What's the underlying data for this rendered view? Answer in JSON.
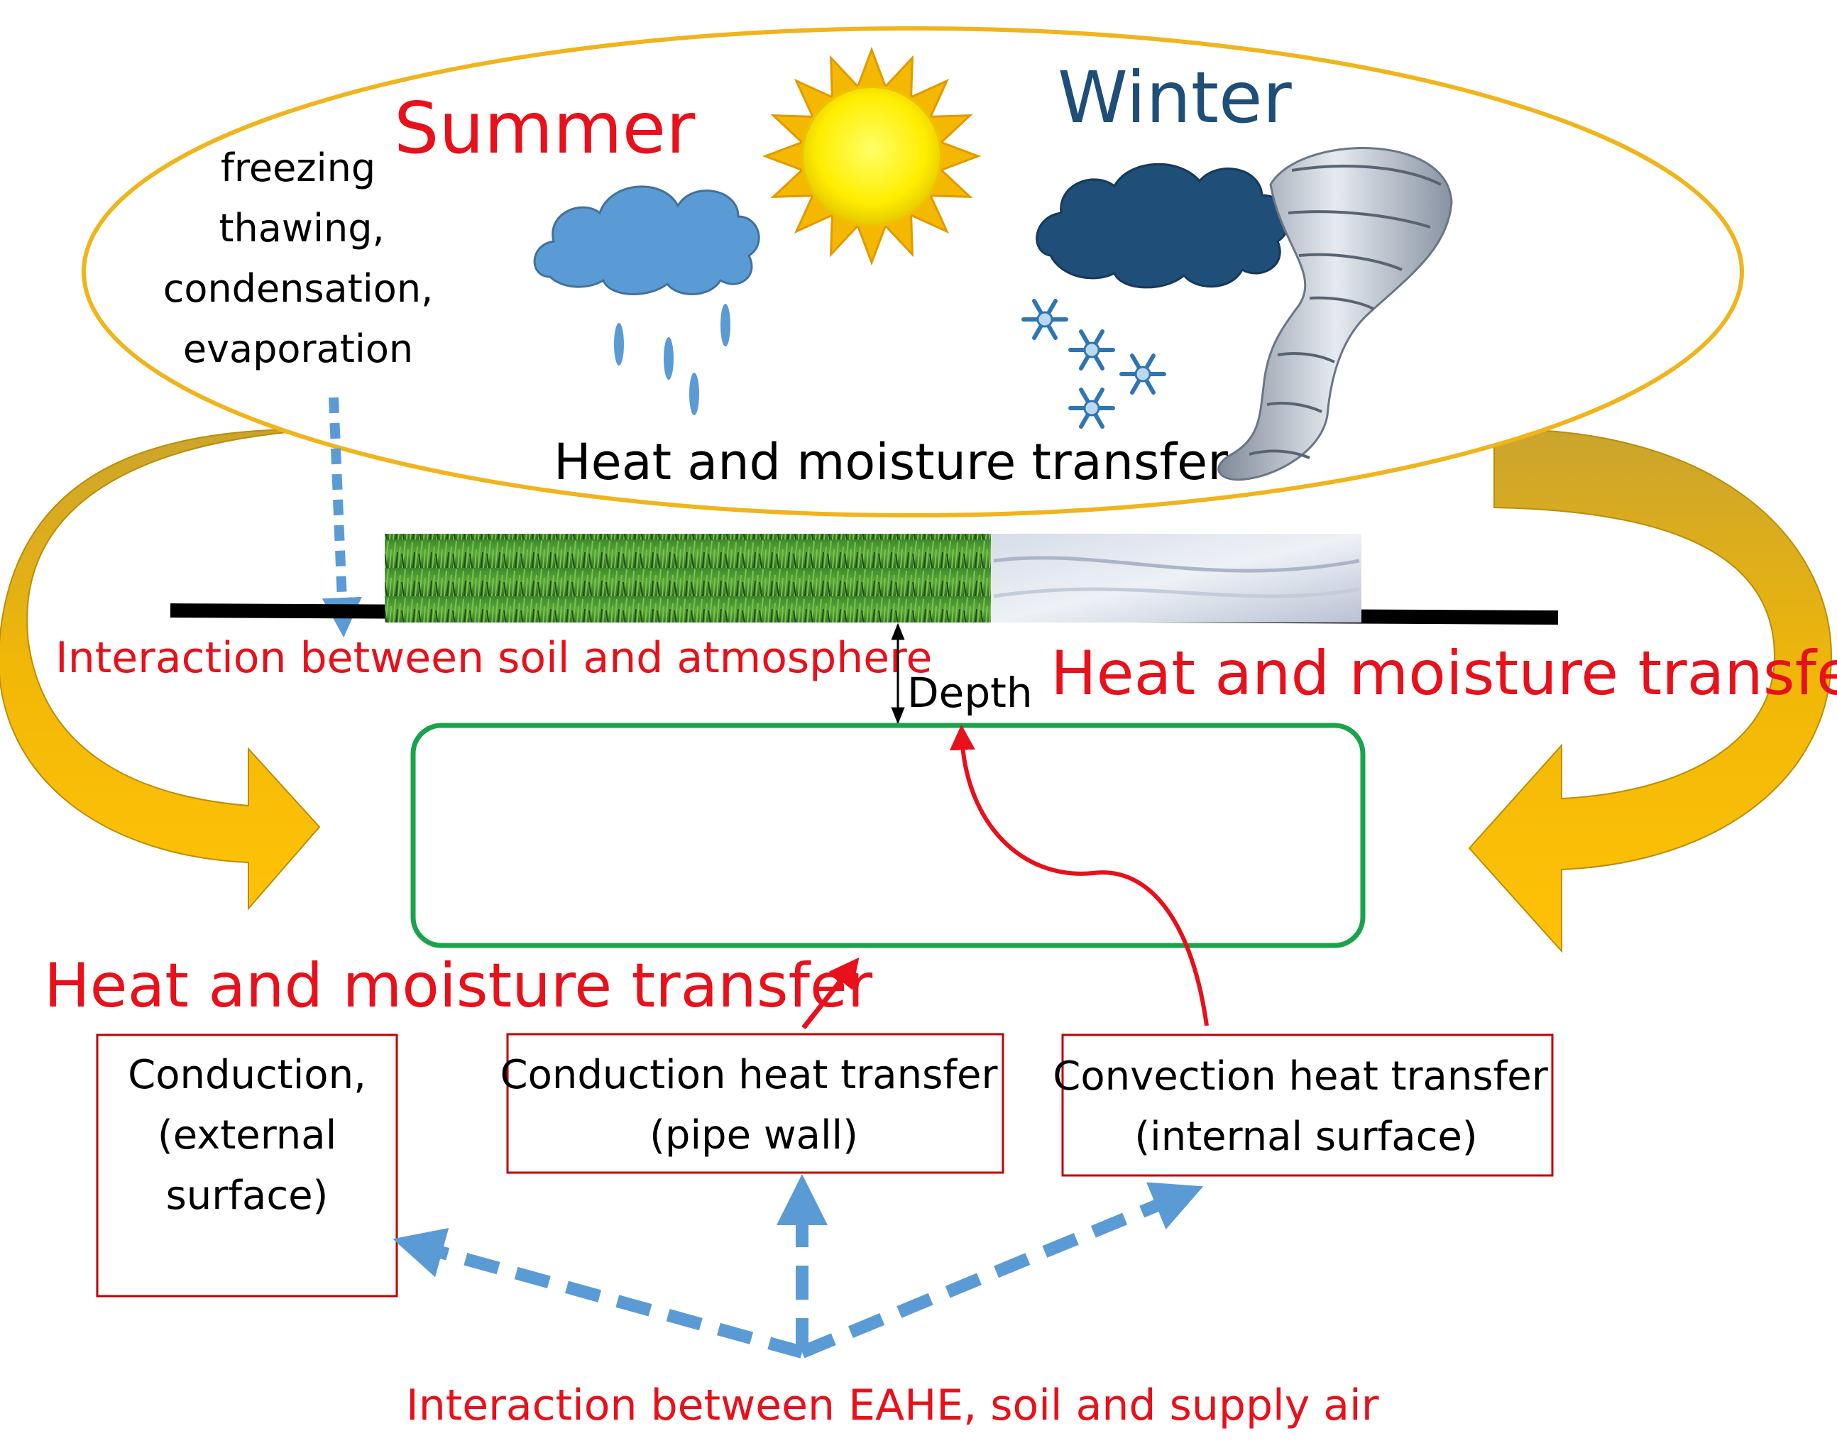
{
  "sky": {
    "summer_label": "Summer",
    "winter_label": "Winter",
    "phase_changes": [
      "freezing",
      "thawing,",
      "condensation,",
      "evaporation"
    ],
    "caption": "Heat and moisture transfer"
  },
  "ground": {
    "interaction_label": "Interaction between soil and atmosphere",
    "depth_label": "Depth",
    "right_transfer_label": "Heat and moisture transfer"
  },
  "pipe": {
    "transfer_label": "Heat and moisture transfer"
  },
  "mechanisms": {
    "external": [
      "Conduction,",
      "(external",
      "surface)"
    ],
    "pipe_wall": [
      "Conduction  heat transfer",
      "(pipe wall)"
    ],
    "internal": [
      "Convection  heat transfer",
      "(internal surface)"
    ]
  },
  "footer": {
    "interaction_label": "Interaction between EAHE, soil and supply air"
  },
  "colors": {
    "red_text": "#e8101a",
    "winter_blue": "#1f4e79",
    "ellipse_stroke": "#f0b41c",
    "gold_arrow": "#f2b600",
    "dashed_blue": "#5b9bd5",
    "pipe_green": "#1aa34a",
    "box_red": "#c00000"
  }
}
